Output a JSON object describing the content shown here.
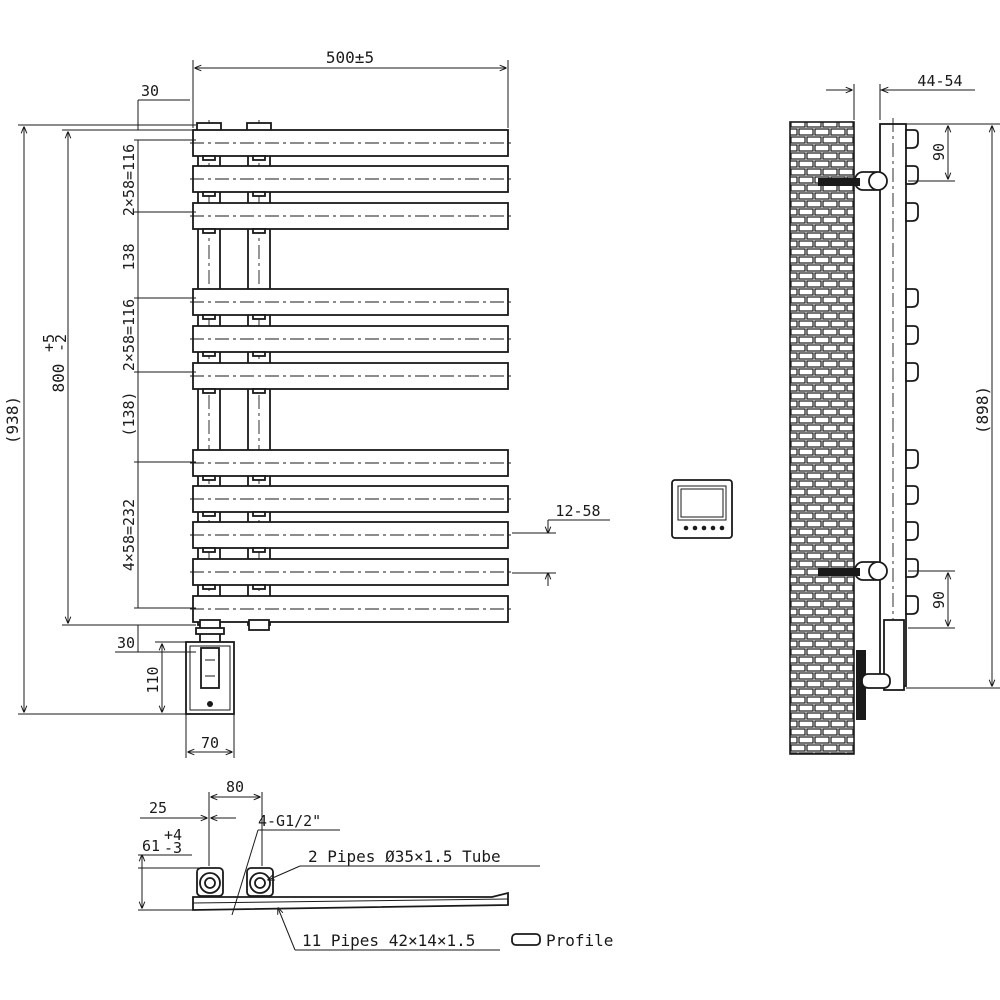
{
  "front_view": {
    "width_dim": "500±5",
    "top_offset_dim": "30",
    "bottom_offset_dim": "30",
    "total_height_dim": "(938)",
    "height_dim": "800",
    "height_tol_upper": "+5",
    "height_tol_lower": "-2",
    "group1_dim": "2×58=116",
    "gap1_dim": "138",
    "group2_dim": "2×58=116",
    "gap2_dim": "(138)",
    "group3_dim": "4×58=232",
    "spacing_dim": "12-58",
    "box_height_dim": "110",
    "box_width_dim": "70"
  },
  "side_view": {
    "wall_gap_dim": "44-54",
    "total_height_dim": "(898)",
    "top_bracket_dim": "90",
    "bottom_bracket_dim": "90"
  },
  "plan_view": {
    "dim_80": "80",
    "dim_25": "25",
    "dim_61": "61",
    "dim_61_tol_upper": "+4",
    "dim_61_tol_lower": "-3",
    "thread_label": "4-G1/2\"",
    "tube_label": "2 Pipes Ø35×1.5 Tube",
    "profile_label": "11 Pipes 42×14×1.5",
    "profile_word": "Profile"
  },
  "icons": [
    "thermostat-controller-icon",
    "brick-wall-pattern"
  ]
}
